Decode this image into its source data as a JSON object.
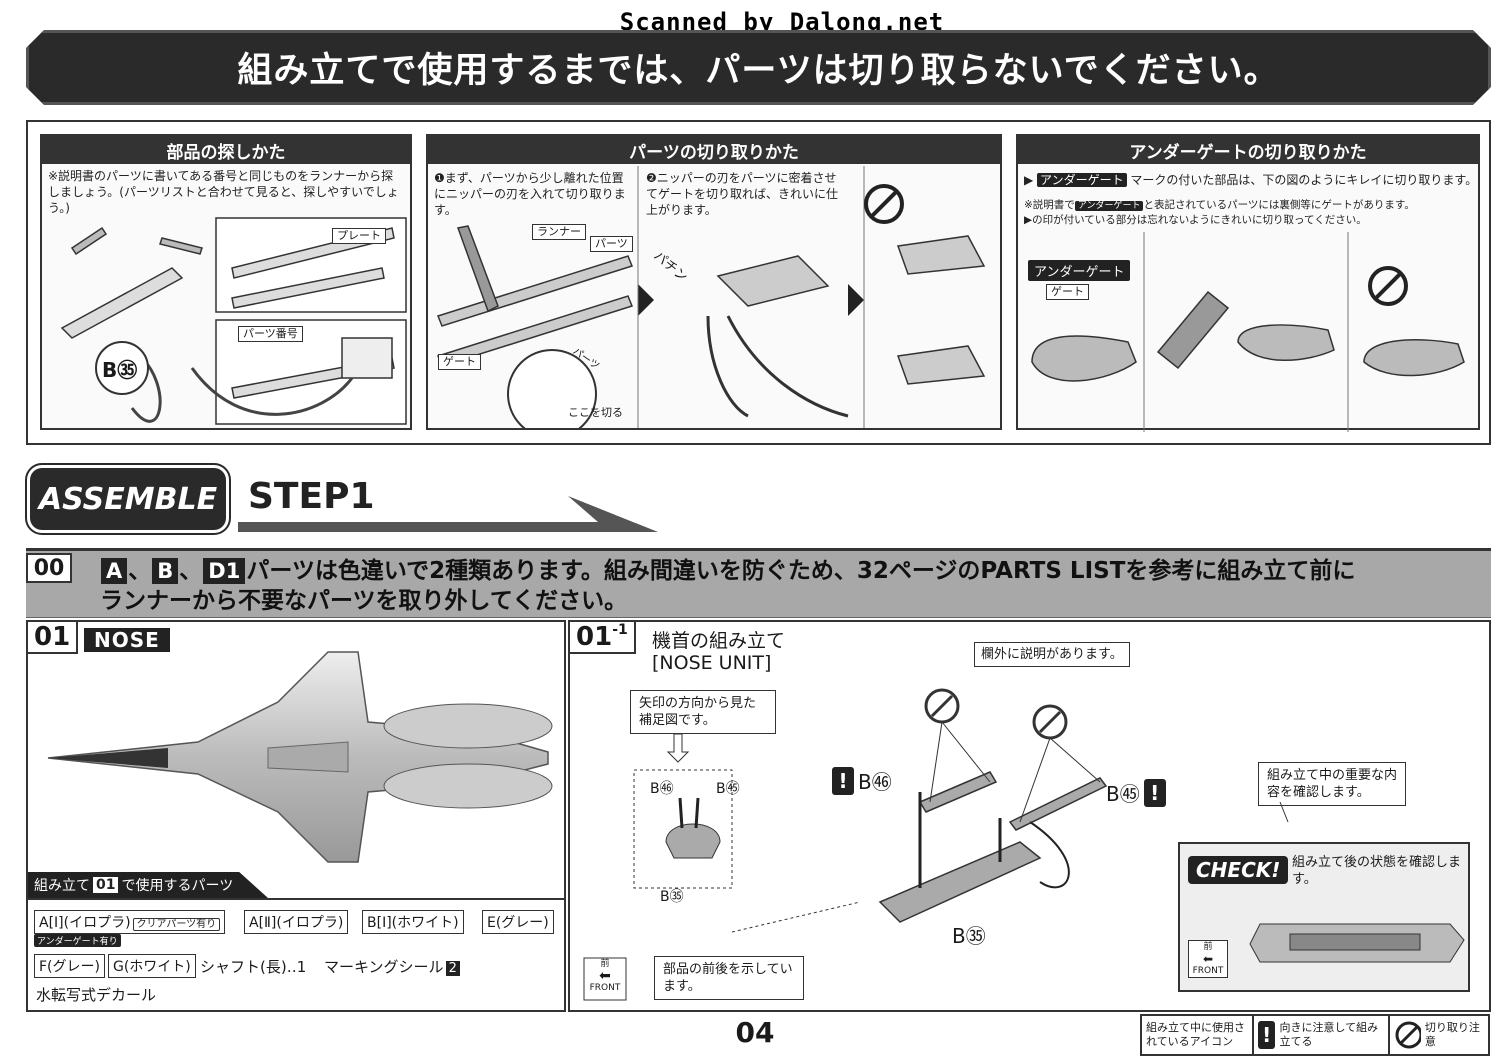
{
  "scan_credit": "Scanned by Dalong.net",
  "banner_text": "組み立てで使用するまでは、パーツは切り取らないでください。",
  "how_to_find": {
    "title": "部品の探しかた",
    "note": "※説明書のパーツに書いてある番号と同じものをランナーから探しましょう。(パーツリストと合わせて見ると、探しやすいでしょう。)",
    "label_plate": "プレート",
    "label_part_number": "パーツ番号",
    "part_ref": "B㉟"
  },
  "how_to_cut": {
    "title": "パーツの切り取りかた",
    "step1": "❶まず、パーツから少し離れた位置にニッパーの刃を入れて切り取ります。",
    "step2": "❷ニッパーの刃をパーツに密着させてゲートを切り取れば、きれいに仕上がります。",
    "label_runner": "ランナー",
    "label_parts": "パーツ",
    "label_gate": "ゲート",
    "label_cut_here": "ここを切る",
    "label_snap": "パチン",
    "label_parts_diag": "パーツ"
  },
  "under_gate": {
    "title": "アンダーゲートの切り取りかた",
    "badge": "アンダーゲート",
    "line1": "マークの付いた部品は、下の図のようにキレイに切り取ります。",
    "line2a": "※説明書で",
    "badge_small": "アンダーゲート",
    "line2b": "と表記されているパーツには裏側等にゲートがあります。",
    "line3": "▶の印が付いている部分は忘れないようにきれいに切り取ってください。",
    "label_badge": "アンダーゲート",
    "label_gate": "ゲート"
  },
  "assemble_label": "ASSEMBLE",
  "step_label": "STEP1",
  "section00": {
    "tag": "00",
    "part_a": "A",
    "sep1": "、",
    "part_b": "B",
    "sep2": "、",
    "part_d1": "D1",
    "line1_rest": "パーツは色違いで2種類あります。組み間違いを防ぐため、32ページのPARTS LISTを参考に組み立て前に",
    "line2": "ランナーから不要なパーツを取り外してください。"
  },
  "section01": {
    "tag": "01",
    "label": "NOSE",
    "parts_header_pre": "組み立て",
    "parts_header_num": "01",
    "parts_header_post": "で使用するパーツ",
    "parts": [
      "A[Ⅰ](イロプラ)",
      "クリアパーツ有り",
      "A[Ⅱ](イロプラ)",
      "B[Ⅰ](ホワイト)",
      "E(グレー)",
      "アンダーゲート有り",
      "F(グレー)",
      "G(ホワイト)"
    ],
    "shaft": "シャフト(長)‥1",
    "marking_seal": "マーキングシール",
    "marking_num": "2",
    "decal": "水転写式デカール"
  },
  "section0101": {
    "tag": "01",
    "tag_sub": "-1",
    "title": "機首の組み立て",
    "subtitle": "[NOSE UNIT]",
    "note_outside": "欄外に説明があります。",
    "note_arrow": "矢印の方向から見た補足図です。",
    "note_front": "部品の前後を示しています。",
    "note_check": "組み立て中の重要な内容を確認します。",
    "check_label": "CHECK!",
    "check_text": "組み立て後の状態を確認します。",
    "front_jp": "前",
    "front_en": "FRONT",
    "b46": "B㊻",
    "b45": "B㊺",
    "b35": "B㉟"
  },
  "page_number": "04",
  "legend": {
    "head": "組み立て中に使用されているアイコン",
    "careful": "向きに注意して組み立てる",
    "cut": "切り取り注意"
  }
}
